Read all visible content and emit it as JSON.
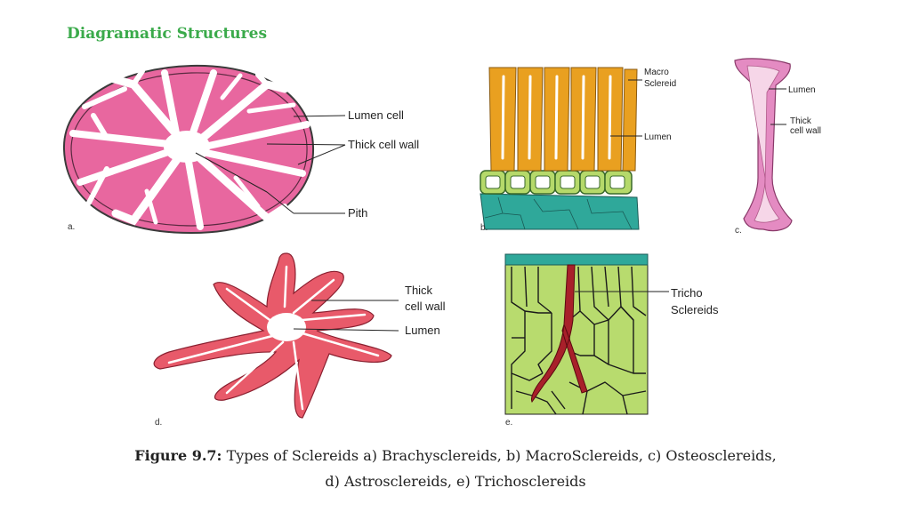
{
  "heading": "Diagramatic Structures",
  "panels": {
    "a": {
      "letter": "a.",
      "labels": {
        "lumen_cell": "Lumen cell",
        "thick_cell_wall": "Thick cell wall",
        "pith": "Pith"
      }
    },
    "b": {
      "letter": "b.",
      "labels": {
        "macro_line1": "Macro",
        "macro_line2": "Sclereid",
        "lumen": "Lumen"
      }
    },
    "c": {
      "letter": "c.",
      "labels": {
        "lumen": "Lumen",
        "thick_line1": "Thick",
        "thick_line2": "cell wall"
      }
    },
    "d": {
      "letter": "d.",
      "labels": {
        "thick_line1": "Thick",
        "thick_line2": "cell wall",
        "lumen": "Lumen"
      }
    },
    "e": {
      "letter": "e.",
      "labels": {
        "tricho_line1": "Tricho",
        "tricho_line2": "Sclereids"
      }
    }
  },
  "caption": {
    "bold": "Figure 9.7:",
    "line1": "Types of Sclereids a) Brachysclereids, b) MacroSclereids, c) Osteosclereids,",
    "line2": "d) Astrosclereids, e) Trichosclereids"
  },
  "colors": {
    "heading": "#3aaa4a",
    "brachy_pink": "#e8679f",
    "macro_orange": "#e9a020",
    "macro_green": "#b5d96a",
    "macro_teal": "#2fa89a",
    "osteo_pink": "#e48bc2",
    "astro_red": "#e85a6a",
    "tricho_green": "#b8db6e",
    "tricho_red": "#a8202a"
  }
}
